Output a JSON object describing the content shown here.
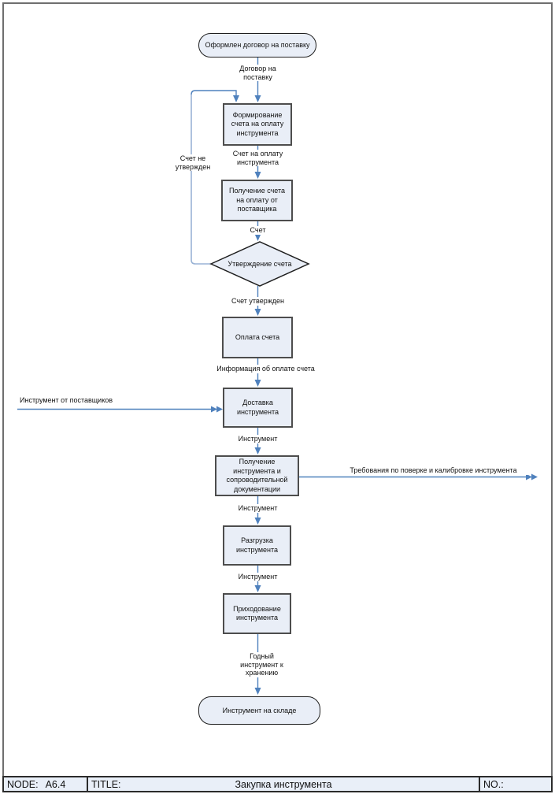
{
  "diagram": {
    "nodes": {
      "start": "Оформлен договор на поставку",
      "form_invoice": "Формирование счета на оплату инструмента",
      "receive_invoice": "Получение счета на оплату от поставщика",
      "approve_invoice": "Утверждение счета",
      "pay_invoice": "Оплата счета",
      "delivery": "Доставка инструмента",
      "receive_tool": "Получение инструмента и сопроводительной документации",
      "unload": "Разгрузка инструмента",
      "book_in": "Приходование инструмента",
      "end": "Инструмент на складе"
    },
    "edge_labels": {
      "contract": "Договор на поставку",
      "not_approved": "Счет не утвержден",
      "invoice_for_payment": "Счет на оплату инструмента",
      "invoice": "Счет",
      "approved": "Счет утвержден",
      "payment_info": "Информация об оплате счета",
      "tools_from_suppliers": "Инструмент от поставщиков",
      "tool_after_delivery": "Инструмент",
      "verification_requirements": "Требования по поверке и калибровке инструмента",
      "tool_after_receiving": "Инструмент",
      "tool_after_unloading": "Инструмент",
      "good_tool": "Годный инструмент к хранению"
    },
    "colors": {
      "connector": "#4f81bd",
      "connector_light": "#9ab3d5",
      "node_fill": "#e9eef7",
      "node_border": "#4d4d4d",
      "shape_border": "#1f1f1f",
      "footer_fill": "#e9eff8"
    }
  },
  "footer": {
    "node_label": "NODE:",
    "node_value": "A6.4",
    "title_label": "TITLE:",
    "title_value": "Закупка инструмента",
    "no_label": "NO.:"
  }
}
